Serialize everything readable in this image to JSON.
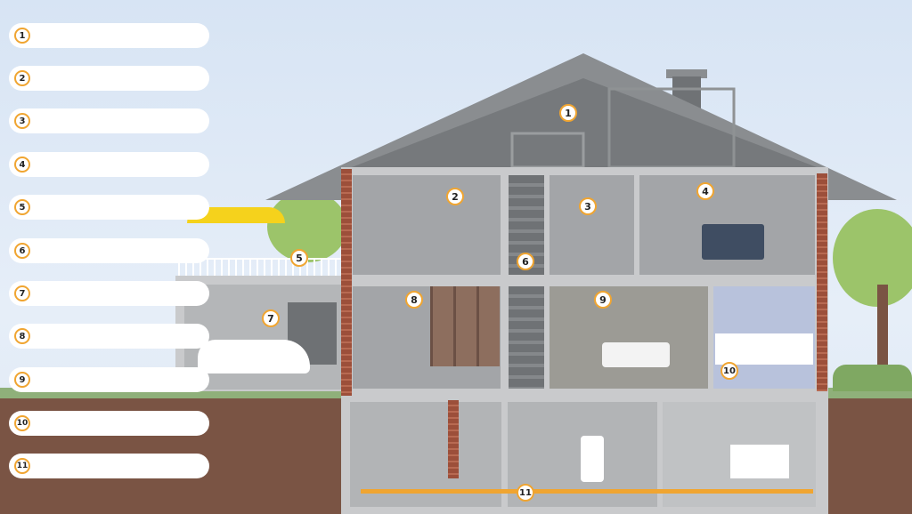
{
  "answer_fields": [
    {
      "number": "1",
      "value": ""
    },
    {
      "number": "2",
      "value": ""
    },
    {
      "number": "3",
      "value": ""
    },
    {
      "number": "4",
      "value": ""
    },
    {
      "number": "5",
      "value": ""
    },
    {
      "number": "6",
      "value": ""
    },
    {
      "number": "7",
      "value": ""
    },
    {
      "number": "8",
      "value": ""
    },
    {
      "number": "9",
      "value": ""
    },
    {
      "number": "10",
      "value": ""
    },
    {
      "number": "11",
      "value": ""
    }
  ],
  "markers": [
    "1",
    "2",
    "3",
    "4",
    "5",
    "6",
    "7",
    "8",
    "9",
    "10",
    "11"
  ],
  "colors": {
    "badge_border": "#f0a531",
    "field_bg": "#ffffff",
    "ground": "#7a5444",
    "roof": "#8a8d90"
  }
}
